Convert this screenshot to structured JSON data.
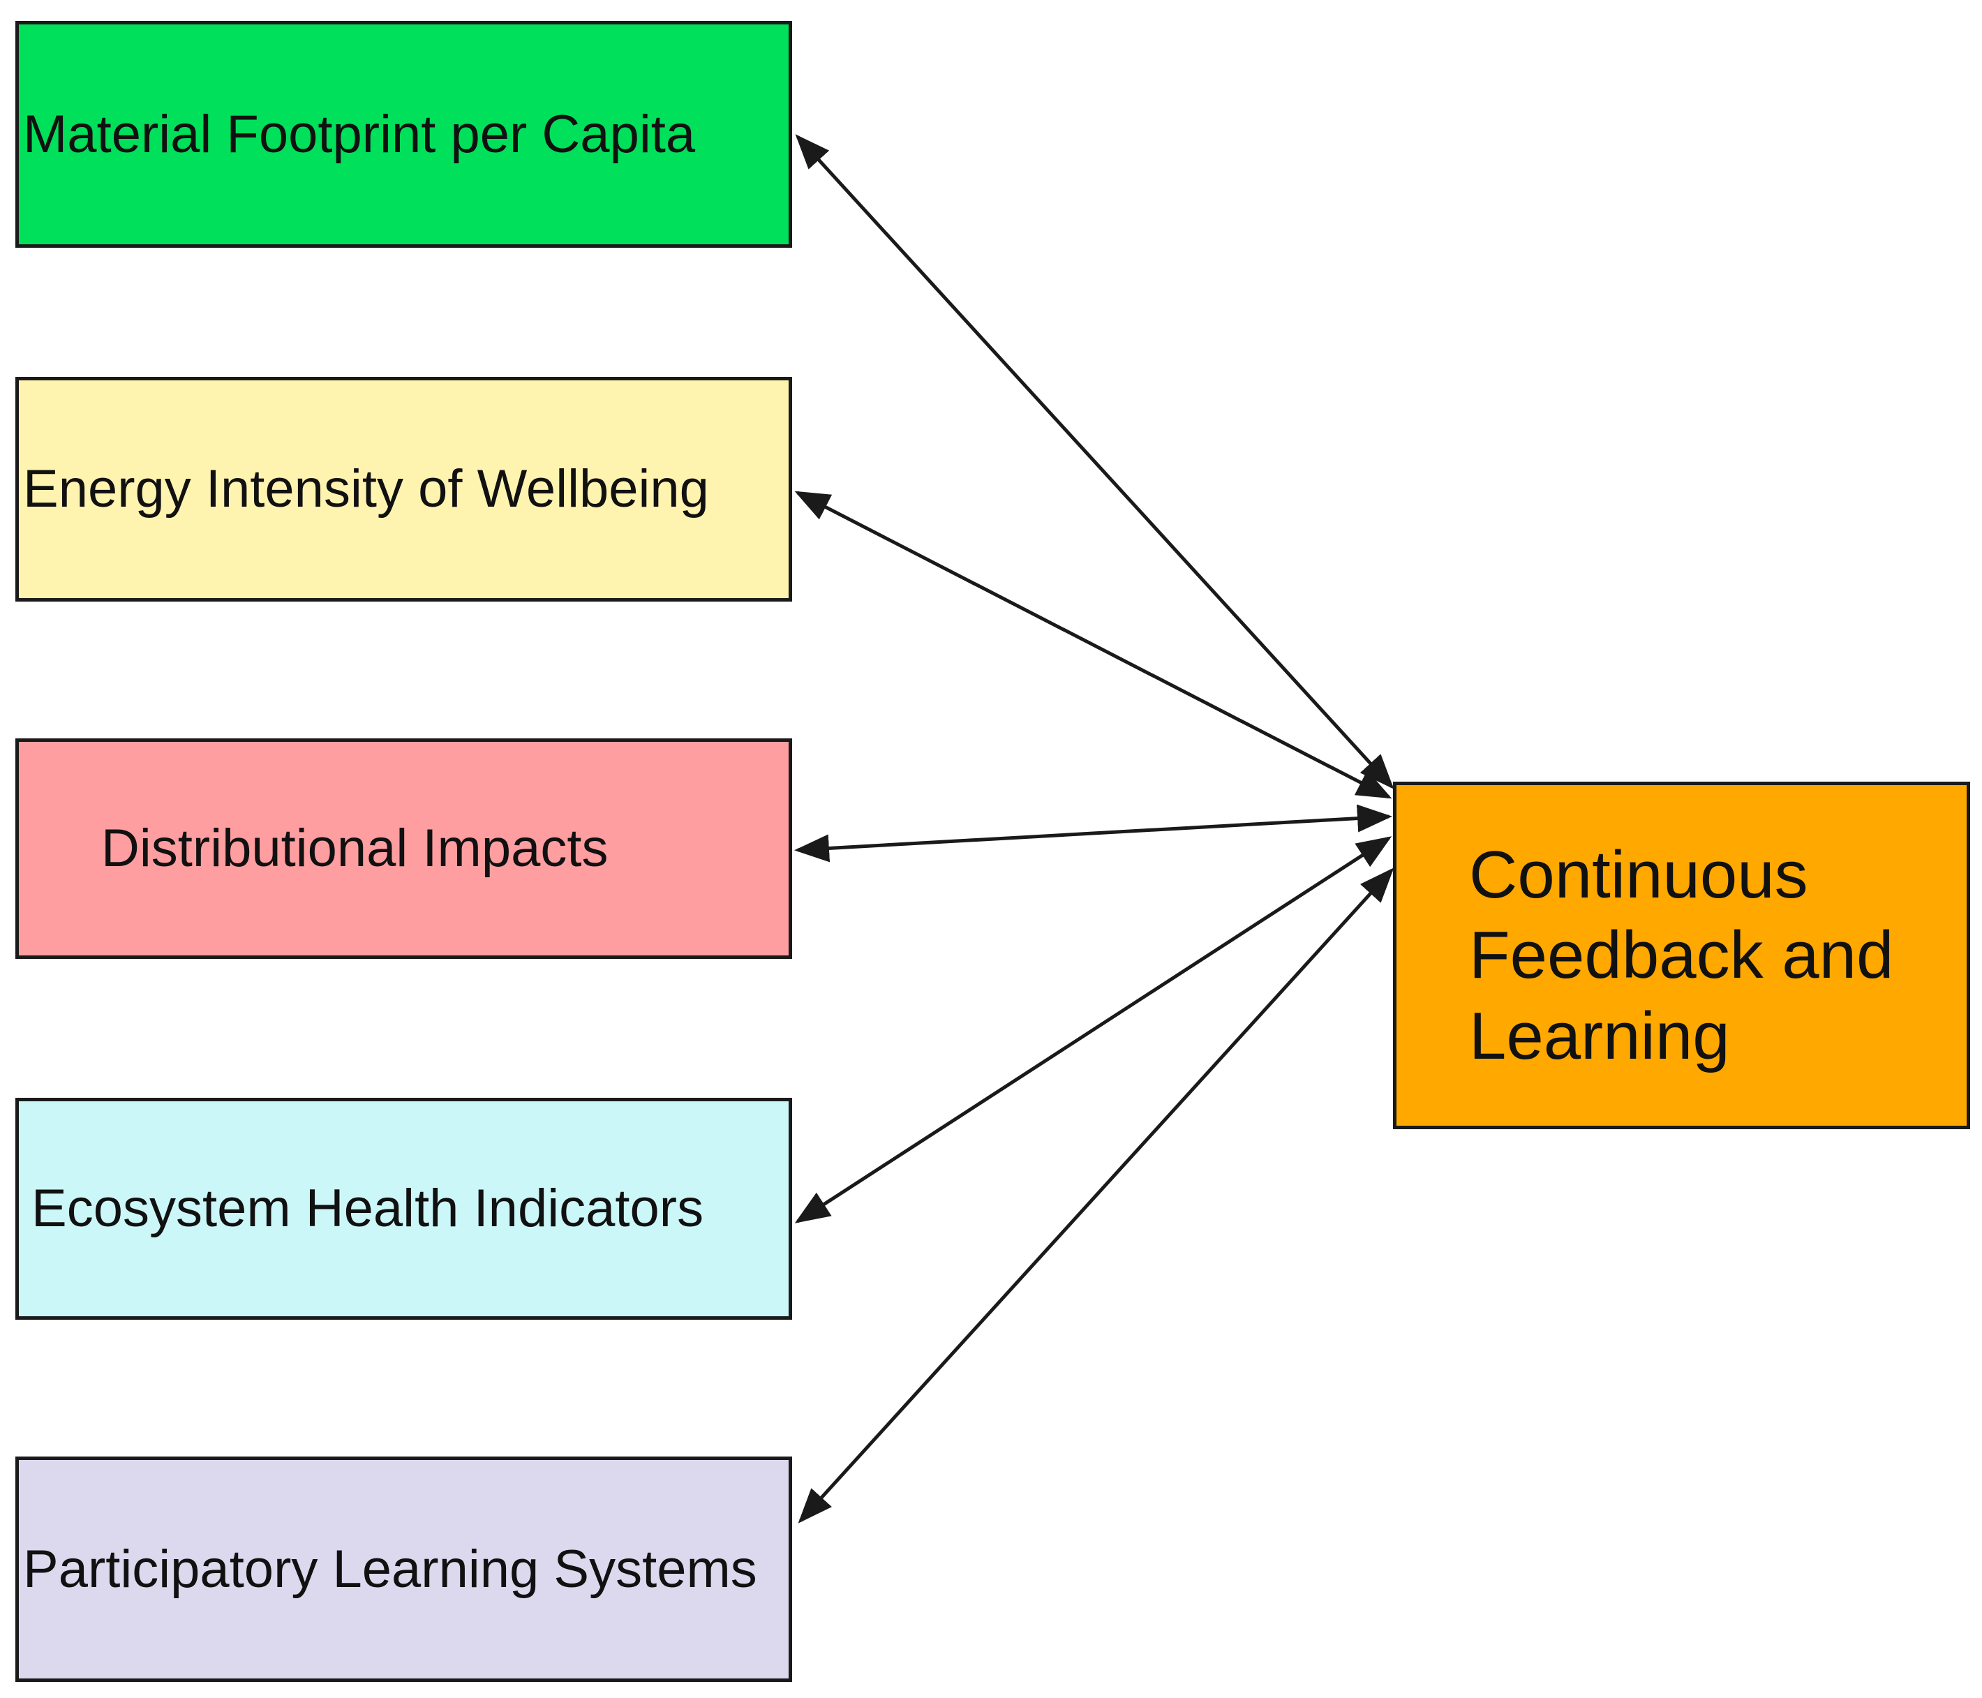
{
  "diagram": {
    "nodes": [
      {
        "id": "box-1",
        "label": "Material Footprint per Capita",
        "color": "#00e05a"
      },
      {
        "id": "box-2",
        "label": "Energy Intensity of Wellbeing",
        "color": "#fff3b0"
      },
      {
        "id": "box-3",
        "label": "Distributional Impacts",
        "color": "#ff9ea0"
      },
      {
        "id": "box-4",
        "label": "Ecosystem Health Indicators",
        "color": "#ccf7f8"
      },
      {
        "id": "box-5",
        "label": "Participatory Learning Systems",
        "color": "#dcd8ee"
      }
    ],
    "hub": {
      "id": "box-hub",
      "label": "Continuous Feedback and Learning",
      "color": "#ffa800"
    },
    "edges": [
      {
        "from": "box-1",
        "to": "box-hub",
        "direction": "bidirectional"
      },
      {
        "from": "box-2",
        "to": "box-hub",
        "direction": "bidirectional"
      },
      {
        "from": "box-3",
        "to": "box-hub",
        "direction": "bidirectional"
      },
      {
        "from": "box-4",
        "to": "box-hub",
        "direction": "bidirectional"
      },
      {
        "from": "box-5",
        "to": "box-hub",
        "direction": "bidirectional"
      }
    ],
    "line_color": "#1a1a1a"
  }
}
